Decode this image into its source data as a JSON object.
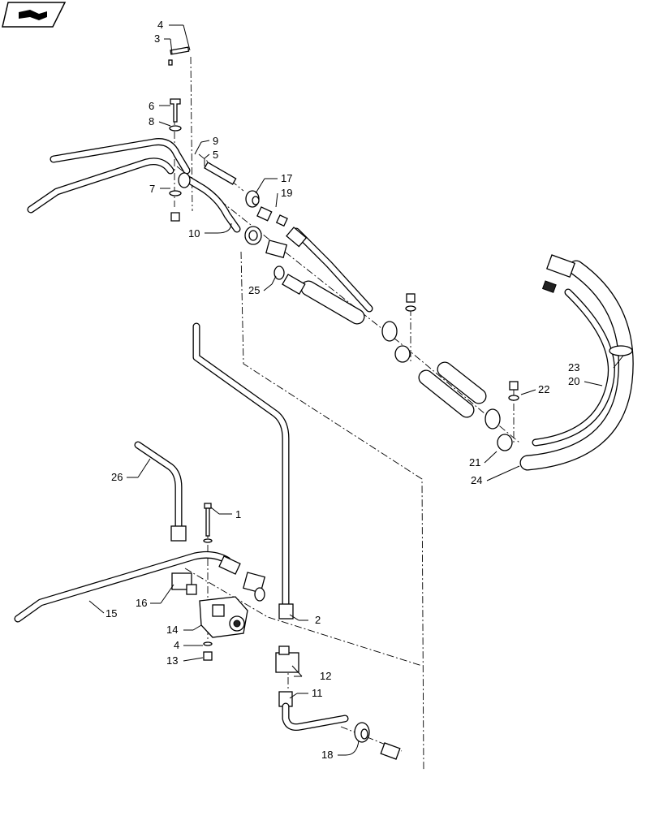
{
  "callouts": {
    "c1": "1",
    "c2": "2",
    "c3": "3",
    "c4a": "4",
    "c4b": "4",
    "c5": "5",
    "c6": "6",
    "c7": "7",
    "c8": "8",
    "c9": "9",
    "c10": "10",
    "c11": "11",
    "c12": "12",
    "c13": "13",
    "c14": "14",
    "c15": "15",
    "c16": "16",
    "c17": "17",
    "c18": "18",
    "c19": "19",
    "c20": "20",
    "c21": "21",
    "c22": "22",
    "c23": "23",
    "c24": "24",
    "c25": "25",
    "c26": "26"
  },
  "icons": {
    "corner": "book-page-icon"
  }
}
